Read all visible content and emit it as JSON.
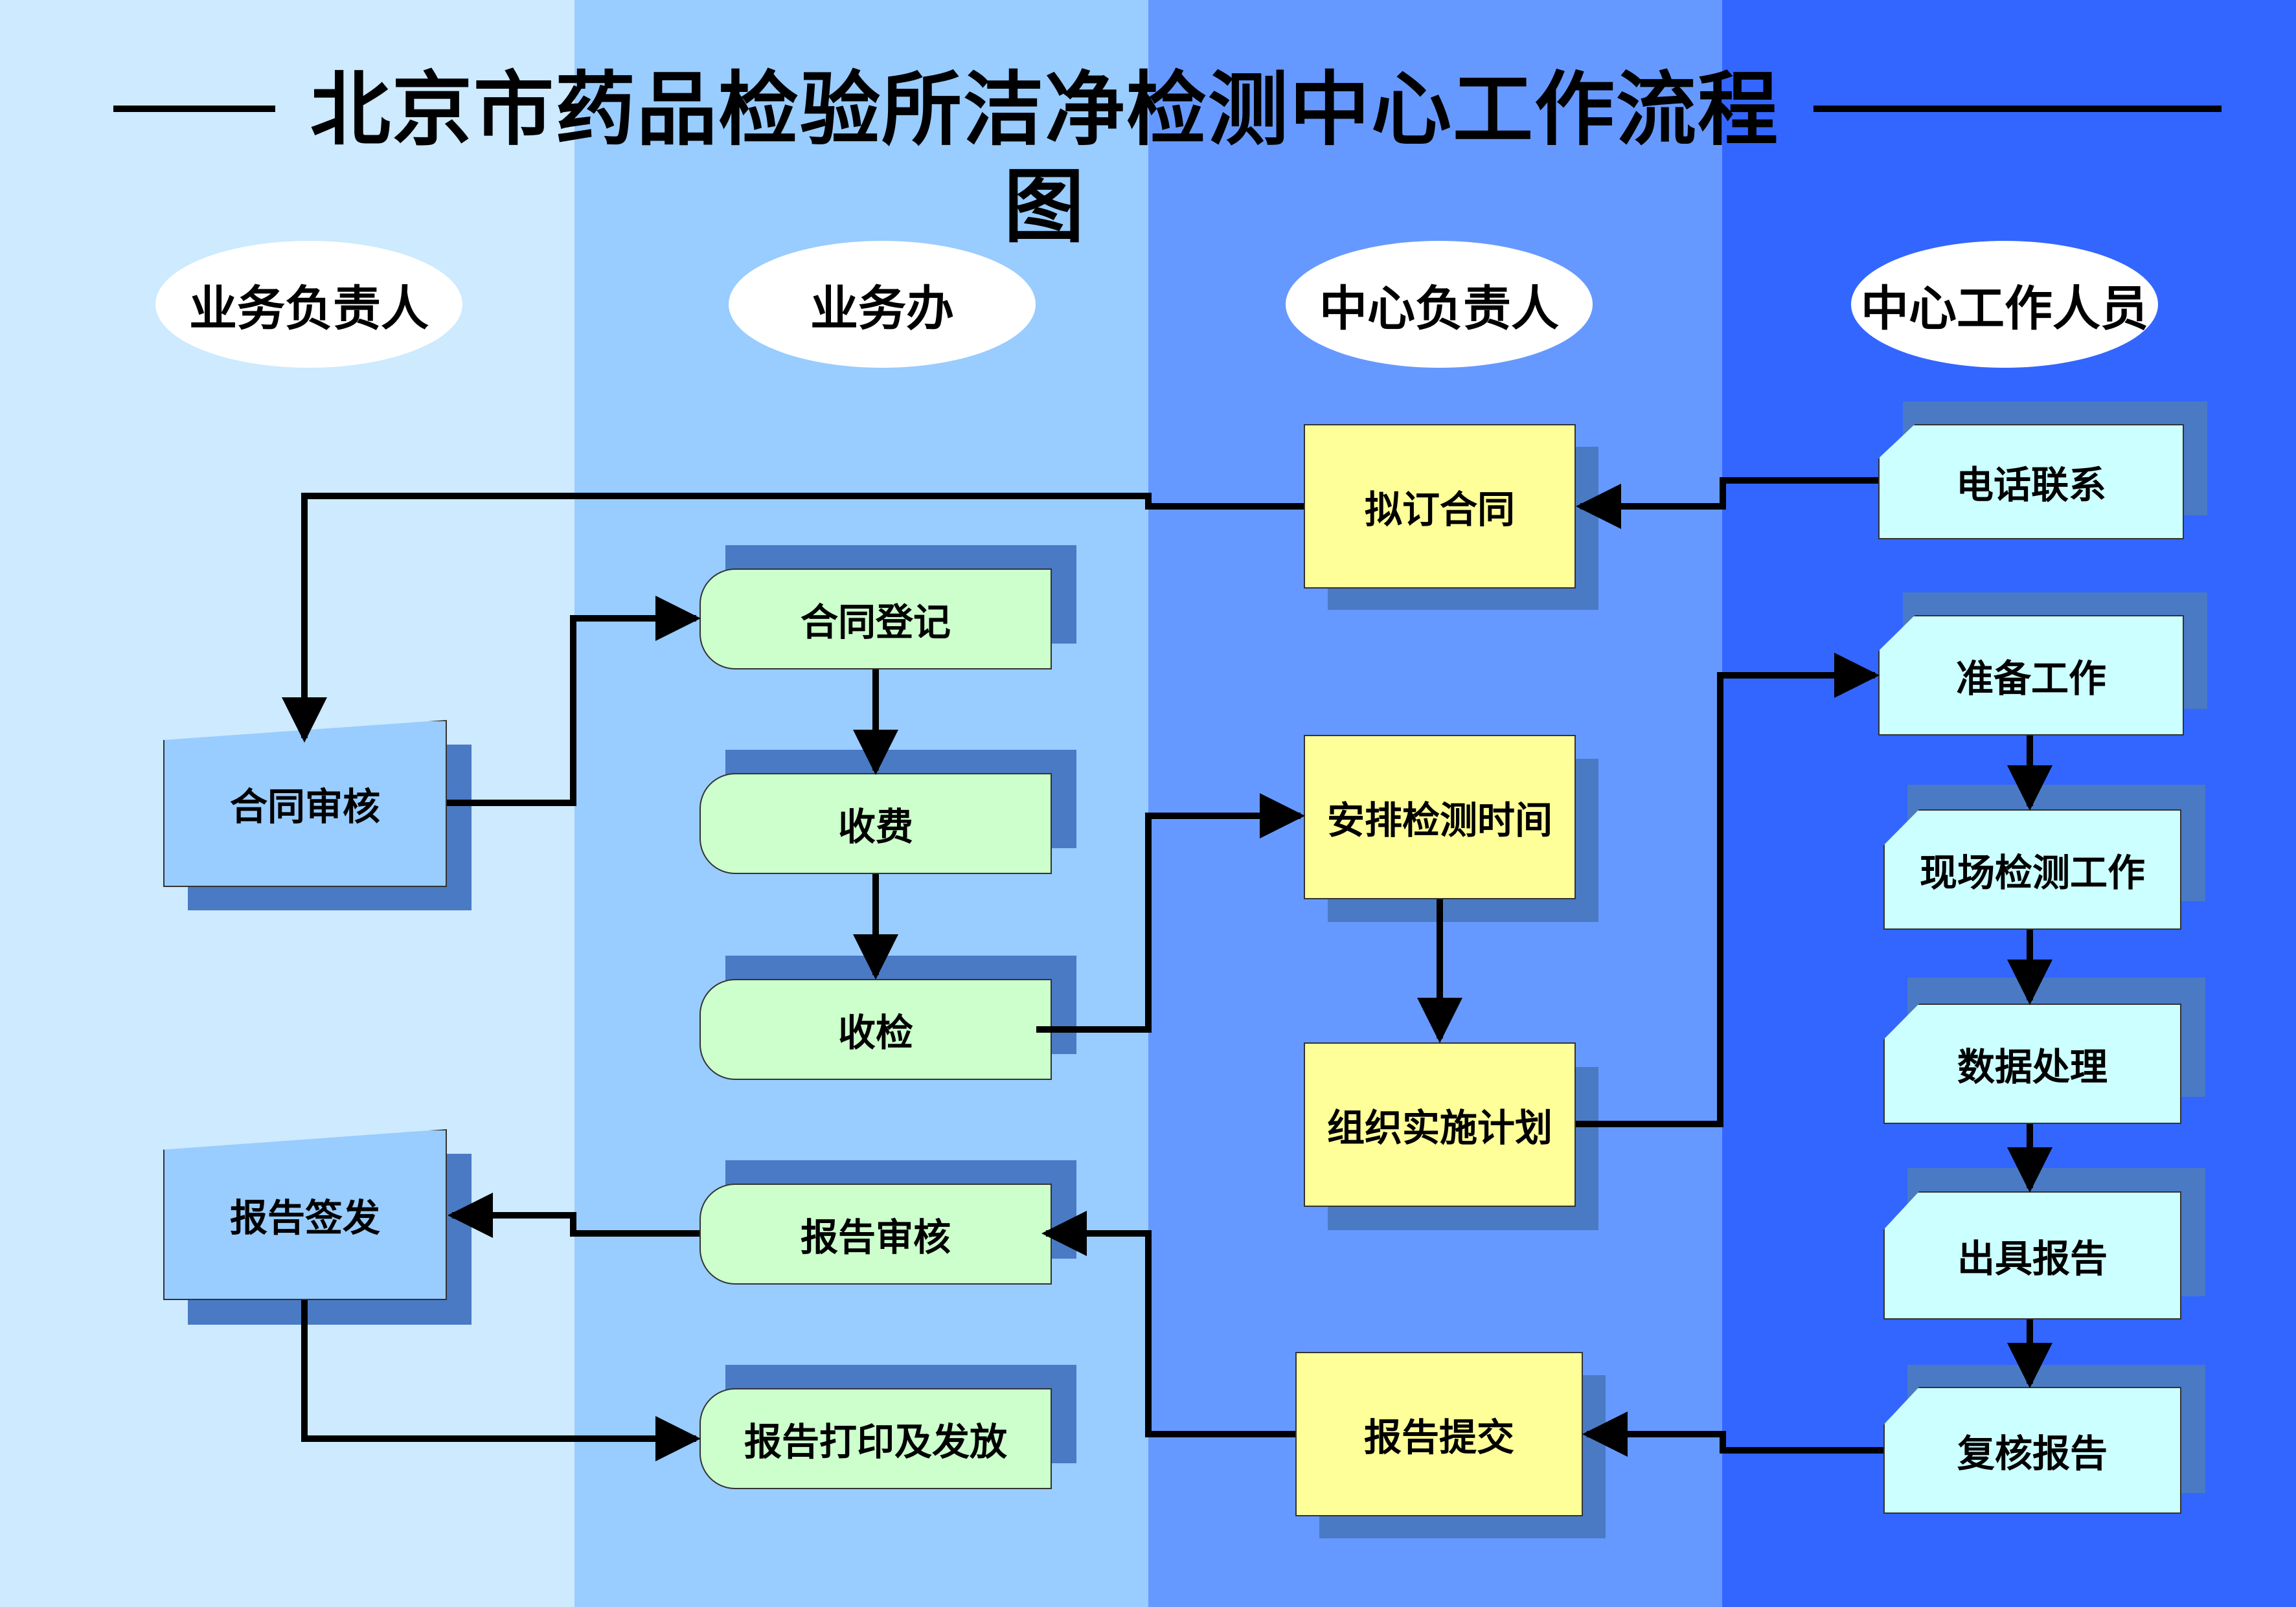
{
  "title": "北京市药品检验所洁净检测中心工作流程图",
  "lanes": {
    "l1": "业务负责人",
    "l2": "业务办",
    "l3": "中心负责人",
    "l4": "中心工作人员"
  },
  "nodes": {
    "contract_review": "合同审核",
    "report_sign": "报告签发",
    "contract_register": "合同登记",
    "fee": "收费",
    "sample_receive": "收检",
    "report_review": "报告审核",
    "report_print": "报告打印及发放",
    "draft_contract": "拟订合同",
    "schedule": "安排检测时间",
    "plan": "组织实施计划",
    "report_submit": "报告提交",
    "phone": "电话联系",
    "prepare": "准备工作",
    "onsite": "现场检测工作",
    "data": "数据处理",
    "issue_report": "出具报告",
    "recheck": "复核报告"
  },
  "colors": {
    "lane1": "#cdeafe",
    "lane2": "#99ccff",
    "lane3": "#6699ff",
    "lane4": "#3366ff",
    "center_box": "#ffff99",
    "staff_box": "#ccffff",
    "office_box": "#ccffcc",
    "manager_box": "#99ccff",
    "shadow": "#4a7ac4"
  }
}
